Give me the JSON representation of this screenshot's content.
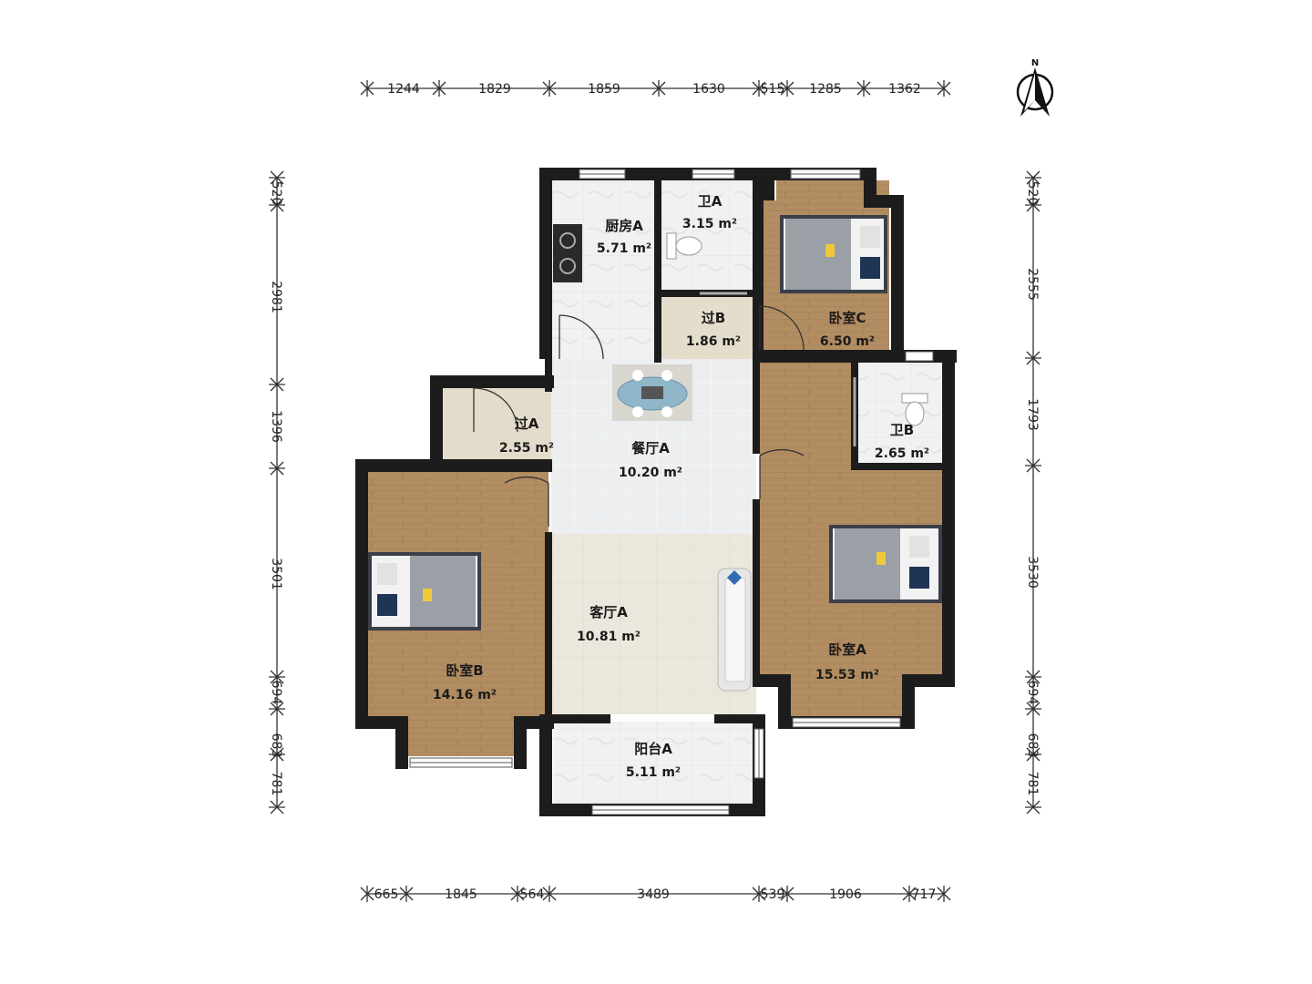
{
  "dimensions": {
    "top": [
      "1244",
      "1829",
      "1859",
      "1630",
      "515",
      "1285",
      "1362"
    ],
    "bottom": [
      "665",
      "1845",
      "564",
      "3489",
      "539",
      "1906",
      "717"
    ],
    "left": [
      "520",
      "2981",
      "1396",
      "3501",
      "694",
      "683",
      "781"
    ],
    "right": [
      "520",
      "2555",
      "1793",
      "3530",
      "694",
      "683",
      "781"
    ]
  },
  "compass": {
    "label": "N"
  },
  "rooms": {
    "kitchen_a": {
      "name": "厨房A",
      "area": "5.71 m²"
    },
    "bath_a": {
      "name": "卫A",
      "area": "3.15 m²"
    },
    "hall_b": {
      "name": "过B",
      "area": "1.86 m²"
    },
    "bedroom_c": {
      "name": "卧室C",
      "area": "6.50 m²"
    },
    "hall_a": {
      "name": "过A",
      "area": "2.55 m²"
    },
    "dining_a": {
      "name": "餐厅A",
      "area": "10.20 m²"
    },
    "bath_b": {
      "name": "卫B",
      "area": "2.65 m²"
    },
    "bedroom_b": {
      "name": "卧室B",
      "area": "14.16 m²"
    },
    "living_a": {
      "name": "客厅A",
      "area": "10.81 m²"
    },
    "bedroom_a": {
      "name": "卧室A",
      "area": "15.53 m²"
    },
    "balcony_a": {
      "name": "阳台A",
      "area": "5.11 m²"
    }
  },
  "colors": {
    "wall": "#1c1c1c",
    "wood": "#b08a60",
    "tile": "#eceeef",
    "living_floor": "#ece7dc",
    "hall_floor": "#e4dccb"
  }
}
